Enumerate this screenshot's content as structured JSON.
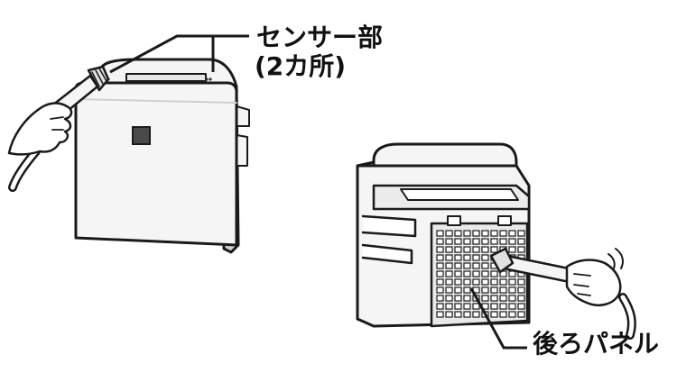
{
  "labels": {
    "sensor": "センサー部",
    "sensor_count": "(2カ所)",
    "rear_panel": "後ろパネル"
  },
  "colors": {
    "line": "#1a1a1a",
    "body_fill": "#f5f5f5",
    "shadow_fill": "#cfcfcf",
    "dark_fill": "#4a4a4a",
    "grille_fill": "#e9e9e9",
    "background": "#ffffff"
  },
  "icons": {
    "hand": "hand-holding-vacuum-hose",
    "motion": "motion-lines"
  }
}
